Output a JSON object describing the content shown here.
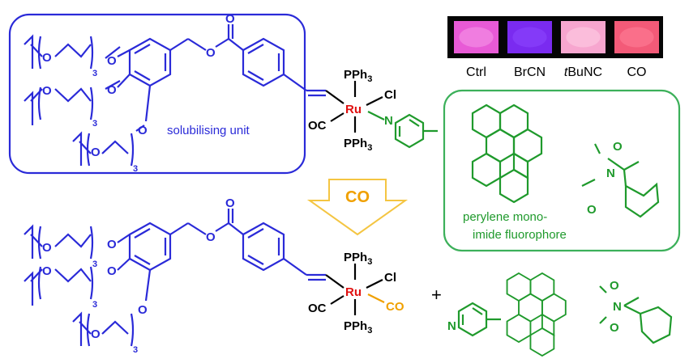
{
  "colors": {
    "blue": "#2a2ad8",
    "green": "#1f9a2c",
    "green_box": "#3cb05a",
    "black": "#000000",
    "red": "#e01010",
    "orange": "#f0a000",
    "arrow_fill": "#ffffff",
    "arrow_stroke": "#f4c542",
    "swatch_bg": "#050505"
  },
  "solubilising_box": {
    "label": "solubilising unit"
  },
  "fluorophore_box": {
    "label_line1": "perylene mono-",
    "label_line2": "imide fluorophore"
  },
  "arrow": {
    "label": "CO"
  },
  "plus": "+",
  "swatches": [
    {
      "label_pre": "",
      "label_italic": "",
      "label_post": "Ctrl",
      "color": "#e85ad6",
      "highlight": "#f59ae9"
    },
    {
      "label_pre": "",
      "label_italic": "",
      "label_post": "BrCN",
      "color": "#7a2bf0",
      "highlight": "#8c47ff"
    },
    {
      "label_pre": "",
      "label_italic": "t",
      "label_post": "BuNC",
      "color": "#f7a6cf",
      "highlight": "#ffd0e6"
    },
    {
      "label_pre": "",
      "label_italic": "",
      "label_post": "CO",
      "color": "#f35a78",
      "highlight": "#ff8199"
    }
  ],
  "top_complex": {
    "metal": "Ru",
    "pph3_top": "PPh",
    "pph3_bottom": "PPh",
    "pph3_sub": "3",
    "cl": "Cl",
    "oc": "OC",
    "n": "N",
    "o_ester": "O",
    "o_carbonyl": "O",
    "o_aryl": [
      "O",
      "O",
      "O"
    ],
    "o_chain": [
      "O",
      "O",
      "O"
    ],
    "repeat_sub": [
      "3",
      "3",
      "3"
    ],
    "pmi_o": [
      "O",
      "O"
    ],
    "pmi_n": "N"
  },
  "bottom_complex": {
    "metal": "Ru",
    "pph3_top": "PPh",
    "pph3_bottom": "PPh",
    "pph3_sub": "3",
    "cl": "Cl",
    "oc": "OC",
    "co": "CO",
    "o_ester": "O",
    "o_carbonyl": "O",
    "o_aryl": [
      "O",
      "O",
      "O"
    ],
    "o_chain": [
      "O",
      "O",
      "O"
    ],
    "repeat_sub": [
      "3",
      "3",
      "3"
    ]
  },
  "free_pmi": {
    "n_pyridine": "N",
    "pmi_o": [
      "O",
      "O"
    ],
    "pmi_n": "N"
  }
}
